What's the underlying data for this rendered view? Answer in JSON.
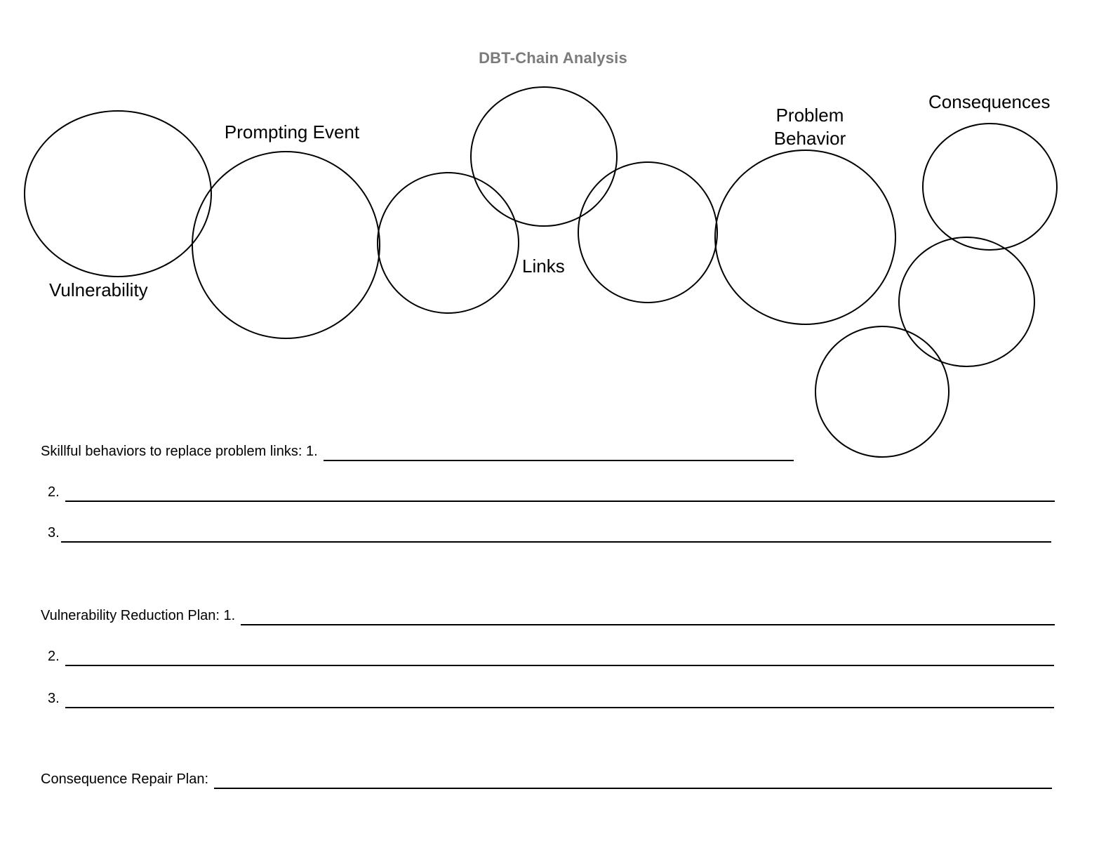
{
  "document": {
    "title": "DBT-Chain Analysis",
    "title_color": "#7b7b7b",
    "text_color": "#000000",
    "background_color": "#ffffff"
  },
  "chain": {
    "labels": {
      "vulnerability": "Vulnerability",
      "prompting_event": "Prompting Event",
      "links": "Links",
      "problem_behavior": "Problem Behavior",
      "consequences": "Consequences"
    },
    "circle_count": 9
  },
  "sections": {
    "skillful": {
      "intro_label": "Skillful behaviors to replace problem links: 1.",
      "item2_label": "2.",
      "item3_label": "3.",
      "values": [
        "",
        "",
        ""
      ]
    },
    "vulnerability_plan": {
      "intro_label": "Vulnerability Reduction Plan: 1.",
      "item2_label": "2.",
      "item3_label": "3.",
      "values": [
        "",
        "",
        ""
      ]
    },
    "consequence_plan": {
      "label": "Consequence Repair Plan:",
      "value": ""
    }
  }
}
